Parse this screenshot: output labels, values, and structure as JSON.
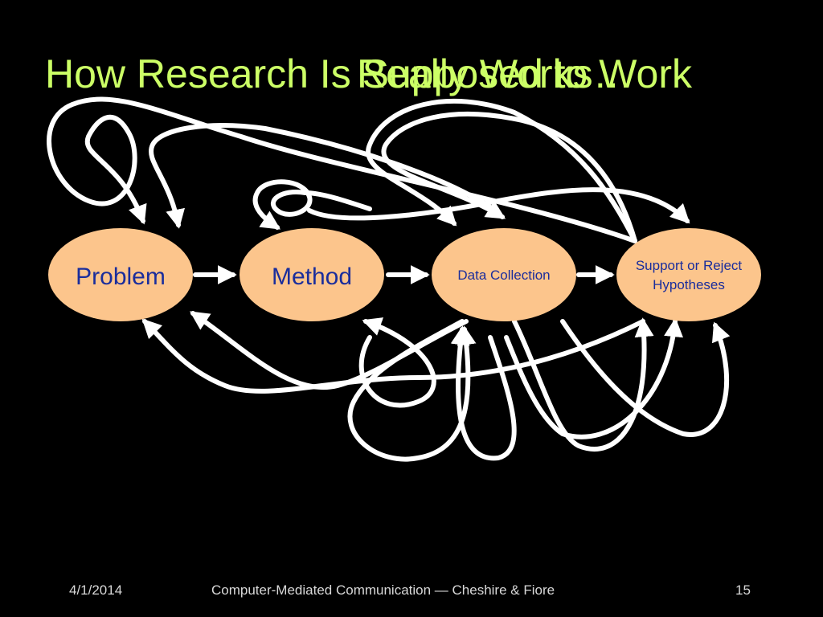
{
  "slide": {
    "title_main": "How Research Is Supposed to Work",
    "title_overlay": "Really Works…",
    "colors": {
      "background": "#000000",
      "title": "#ccff66",
      "node_fill": "#fcc58c",
      "node_text": "#1a2d9c",
      "arrow": "#ffffff"
    }
  },
  "diagram": {
    "nodes": [
      {
        "id": "problem",
        "label": "Problem"
      },
      {
        "id": "method",
        "label": "Method"
      },
      {
        "id": "data-collection",
        "label": "Data Collection"
      },
      {
        "id": "support-reject",
        "label_line1": "Support or Reject",
        "label_line2": "Hypotheses"
      }
    ]
  },
  "footer": {
    "date": "4/1/2014",
    "course": "Computer-Mediated Communication — Cheshire & Fiore",
    "page_number": "15"
  }
}
